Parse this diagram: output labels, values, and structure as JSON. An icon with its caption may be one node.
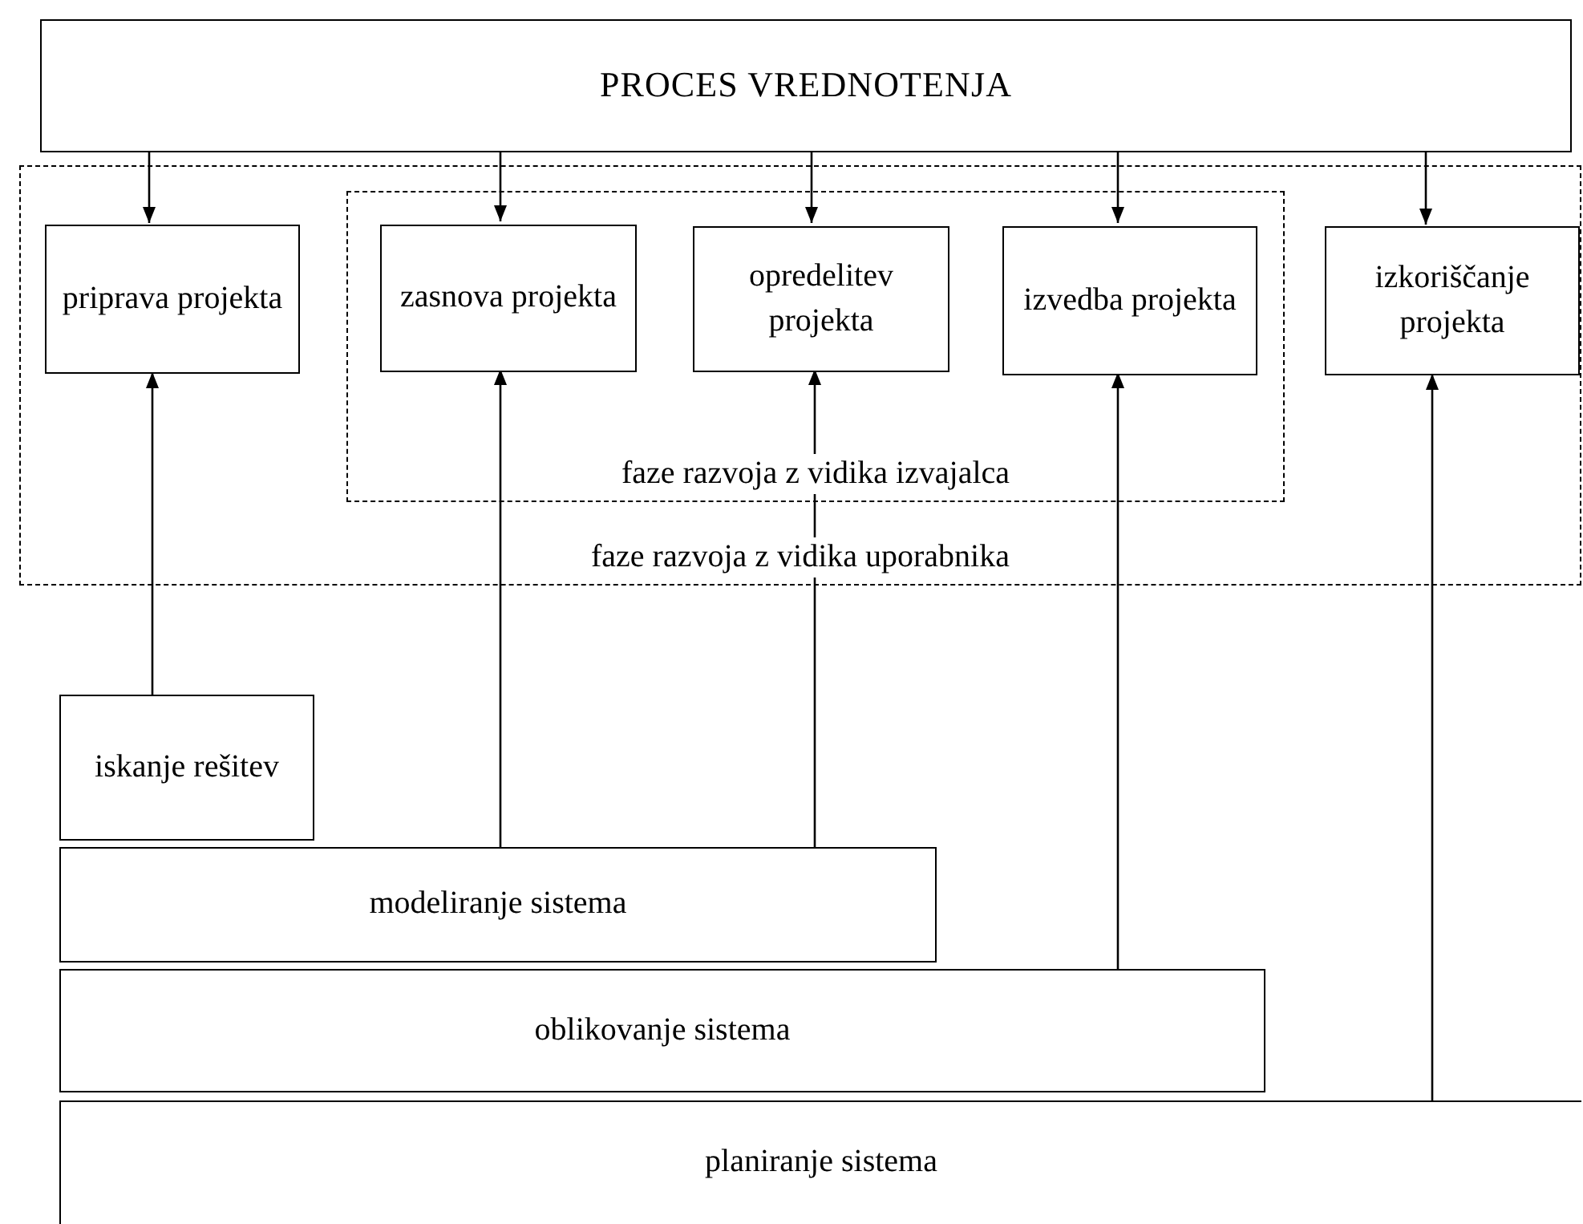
{
  "diagram": {
    "nodes": [
      {
        "text": [
          "PROCES VREDNOTENJA"
        ]
      },
      {
        "text": [
          "faze razvoja z vidika uporabnika"
        ]
      },
      {
        "text": [
          "faze razvoja z vidika izvajalca"
        ],
        "in": 1
      },
      {
        "text": [
          "priprava projekta"
        ],
        "in": 1
      },
      {
        "text": [
          "zasnova projekta"
        ],
        "in": 2
      },
      {
        "text": [
          "opredelitev projekta"
        ],
        "in": 2
      },
      {
        "text": [
          "izvedba projekta"
        ],
        "in": 2
      },
      {
        "text": [
          "izkoriščanje projekta"
        ],
        "in": 1
      },
      {
        "text": [
          "iskanje rešitev"
        ]
      },
      {
        "text": [
          "modeliranje sistema"
        ]
      },
      {
        "text": [
          "oblikovanje sistema"
        ]
      },
      {
        "text": [
          "planiranje sistema"
        ]
      }
    ],
    "edges": [
      {
        "from": 0,
        "to": 3,
        "arrow": "to"
      },
      {
        "from": 0,
        "to": 4,
        "arrow": "to"
      },
      {
        "from": 0,
        "to": 5,
        "arrow": "to"
      },
      {
        "from": 0,
        "to": 6,
        "arrow": "to"
      },
      {
        "from": 0,
        "to": 7,
        "arrow": "to"
      },
      {
        "from": 8,
        "to": 3,
        "arrow": "to"
      },
      {
        "from": 9,
        "to": 4,
        "arrow": "to"
      },
      {
        "from": 9,
        "to": 5,
        "arrow": "to"
      },
      {
        "from": 10,
        "to": 6,
        "arrow": "to"
      },
      {
        "from": 11,
        "to": 7,
        "arrow": "to"
      }
    ]
  }
}
